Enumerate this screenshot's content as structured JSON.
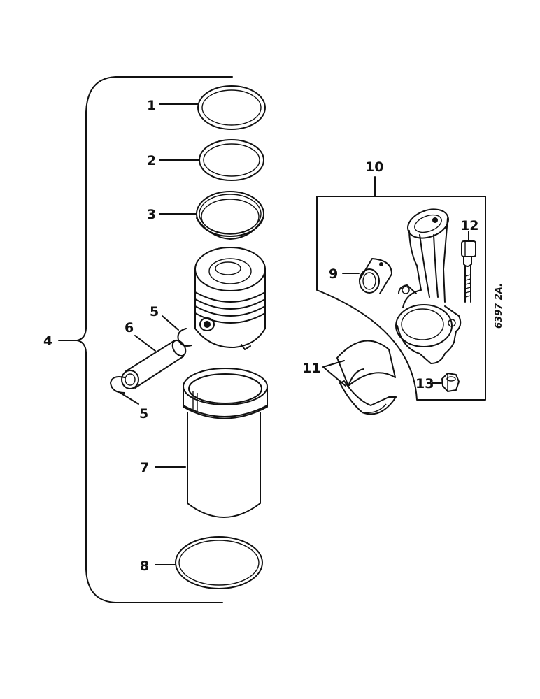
{
  "callouts": {
    "c1": "1",
    "c2": "2",
    "c3": "3",
    "c4": "4",
    "c5a": "5",
    "c5b": "5",
    "c6": "6",
    "c7": "7",
    "c8": "8",
    "c9": "9",
    "c10": "10",
    "c11": "11",
    "c12": "12",
    "c13": "13"
  },
  "drawing_ref": "6397 2A."
}
